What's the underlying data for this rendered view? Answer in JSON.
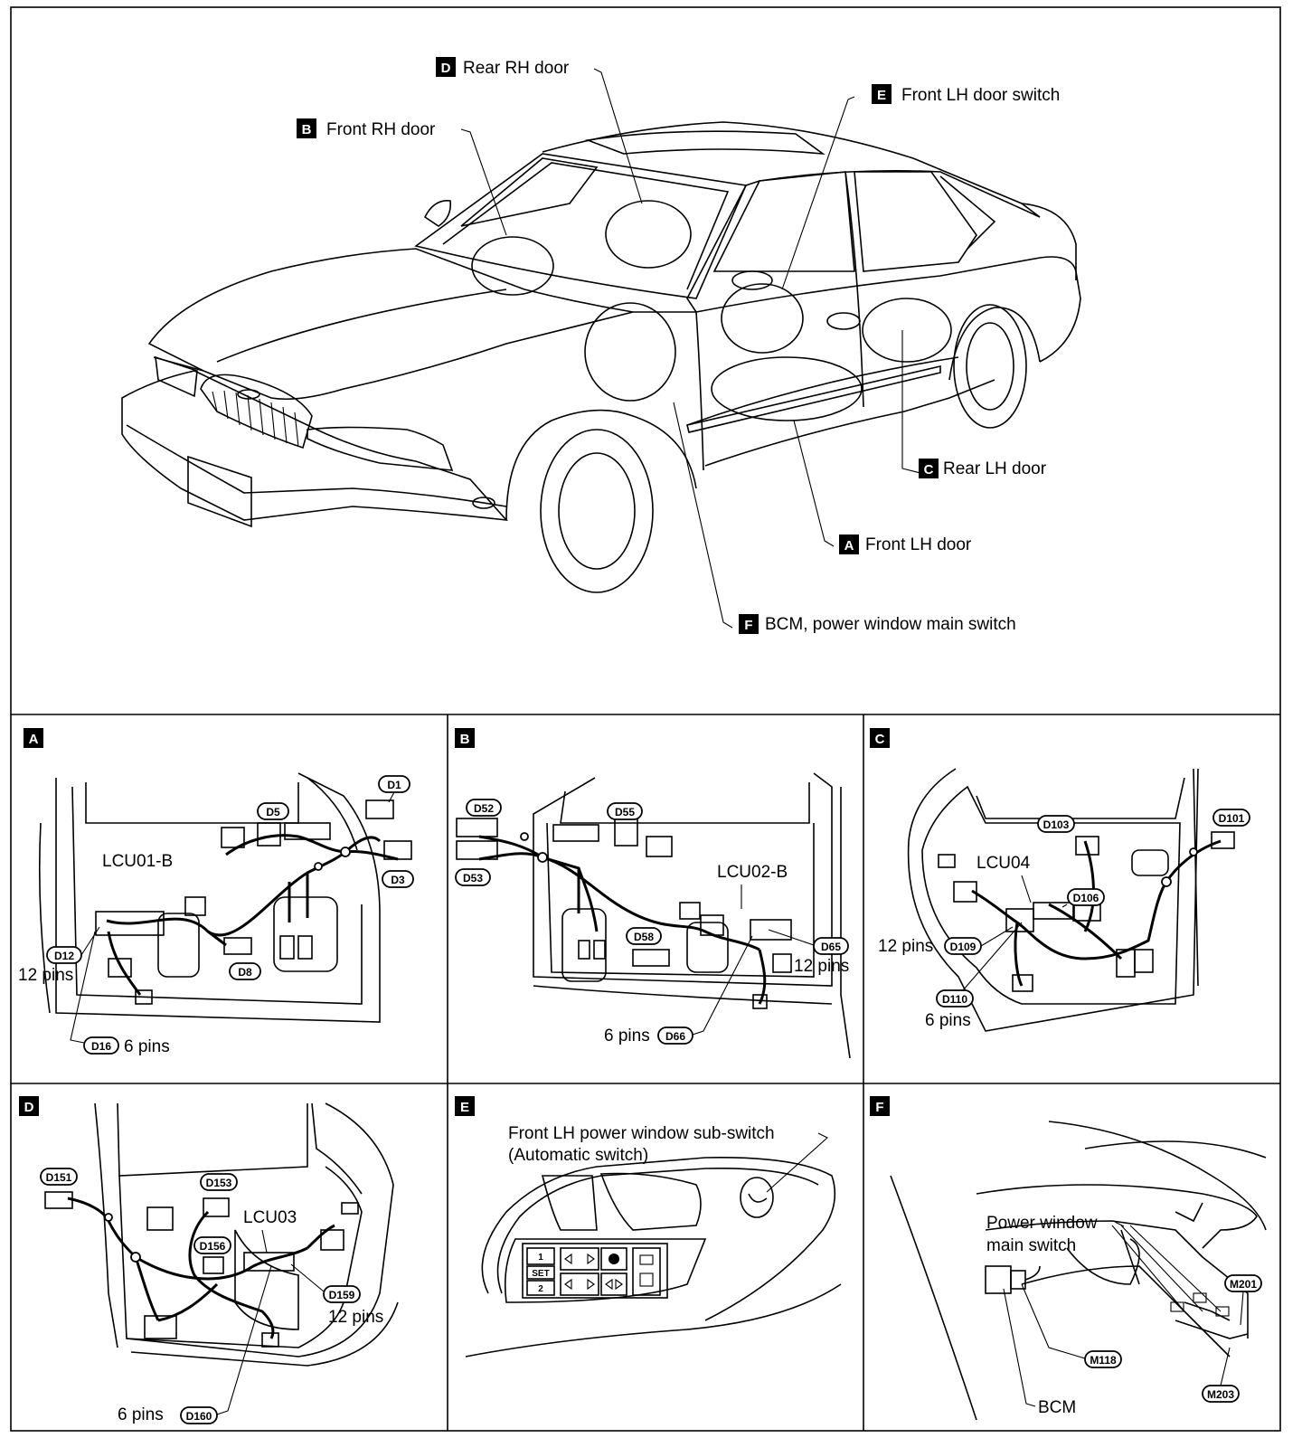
{
  "overview": {
    "callouts": [
      {
        "letter": "D",
        "label": "Rear RH door"
      },
      {
        "letter": "B",
        "label": "Front RH door"
      },
      {
        "letter": "E",
        "label": "Front LH door switch"
      },
      {
        "letter": "C",
        "label": "Rear LH door"
      },
      {
        "letter": "A",
        "label": "Front LH door"
      },
      {
        "letter": "F",
        "label": "BCM, power window main switch"
      }
    ]
  },
  "panels": {
    "A": {
      "letter": "A",
      "connectors": [
        "D1",
        "D3",
        "D5",
        "D8",
        "D12",
        "D16"
      ],
      "unit": "LCU01-B",
      "pin_labels": [
        "12 pins",
        "6 pins"
      ]
    },
    "B": {
      "letter": "B",
      "connectors": [
        "D52",
        "D53",
        "D55",
        "D58",
        "D65",
        "D66"
      ],
      "unit": "LCU02-B",
      "pin_labels": [
        "12 pins",
        "6 pins"
      ]
    },
    "C": {
      "letter": "C",
      "connectors": [
        "D101",
        "D103",
        "D106",
        "D109",
        "D110"
      ],
      "unit": "LCU04",
      "pin_labels": [
        "12 pins",
        "6 pins"
      ]
    },
    "D": {
      "letter": "D",
      "connectors": [
        "D151",
        "D153",
        "D156",
        "D159",
        "D160"
      ],
      "unit": "LCU03",
      "pin_labels": [
        "12 pins",
        "6 pins"
      ]
    },
    "E": {
      "letter": "E",
      "label_line1": "Front LH power window sub-switch",
      "label_line2": "(Automatic switch)",
      "buttons": [
        "1",
        "SET",
        "2"
      ]
    },
    "F": {
      "letter": "F",
      "label_line1": "Power window",
      "label_line2": "main switch",
      "connectors": [
        "M201",
        "M118",
        "M203"
      ],
      "bcm_label": "BCM"
    }
  }
}
